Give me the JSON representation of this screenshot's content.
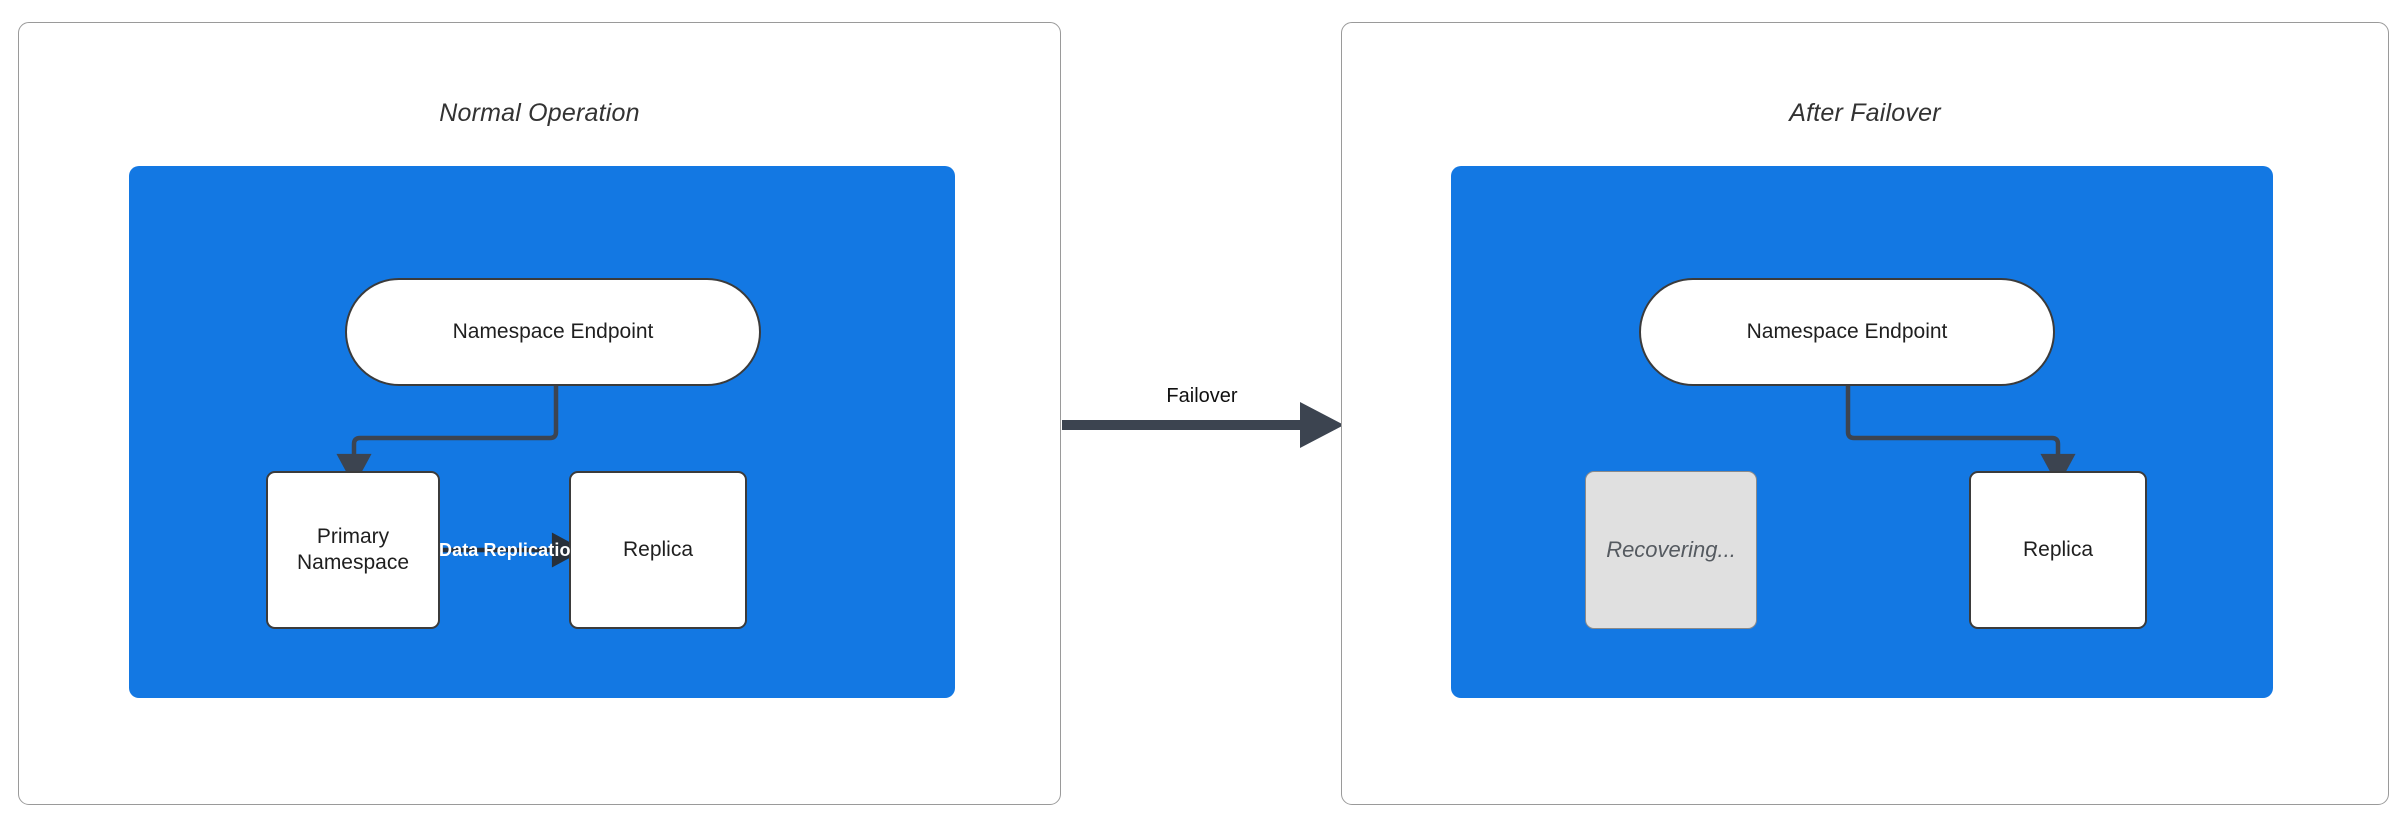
{
  "diagram": {
    "title_left": "Normal Operation",
    "title_right": "After Failover",
    "colors": {
      "zone_blue": "#1378E3",
      "node_white": "#FFFFFF",
      "node_border": "#3B3B3B",
      "ghost_fill": "#E0E0E0",
      "connector": "#3C4450",
      "panel_border": "#9A9A9A",
      "title_text": "#333333",
      "edge_label_text": "#FFFFFF"
    }
  },
  "panels": [
    {
      "id": "normal-operation",
      "title": "Normal Operation",
      "nodes": [
        {
          "id": "endpoint-left",
          "label": "Namespace Endpoint",
          "shape": "pill",
          "state": "active"
        },
        {
          "id": "primary-namespace",
          "label": "Primary\nNamespace",
          "line1": "Primary",
          "line2": "Namespace",
          "shape": "box",
          "state": "active"
        },
        {
          "id": "replica-left",
          "label": "Replica",
          "shape": "box",
          "state": "active"
        }
      ],
      "edges": [
        {
          "id": "endpoint-to-primary",
          "from": "endpoint-left",
          "to": "primary-namespace",
          "label": "",
          "style": "elbow-arrow"
        },
        {
          "id": "primary-to-replica",
          "from": "primary-namespace",
          "to": "replica-left",
          "label": "Data Replication",
          "style": "straight-arrow"
        }
      ]
    },
    {
      "id": "after-failover",
      "title": "After Failover",
      "nodes": [
        {
          "id": "endpoint-right",
          "label": "Namespace Endpoint",
          "shape": "pill",
          "state": "active"
        },
        {
          "id": "recovering",
          "label": "Recovering...",
          "shape": "box",
          "state": "recovering"
        },
        {
          "id": "replica-right",
          "label": "Replica",
          "shape": "box",
          "state": "active"
        }
      ],
      "edges": [
        {
          "id": "endpoint-to-replica",
          "from": "endpoint-right",
          "to": "replica-right",
          "label": "",
          "style": "elbow-arrow"
        }
      ]
    }
  ],
  "transition": {
    "id": "failover-transition",
    "label": "Failover",
    "from_panel": "normal-operation",
    "to_panel": "after-failover"
  }
}
